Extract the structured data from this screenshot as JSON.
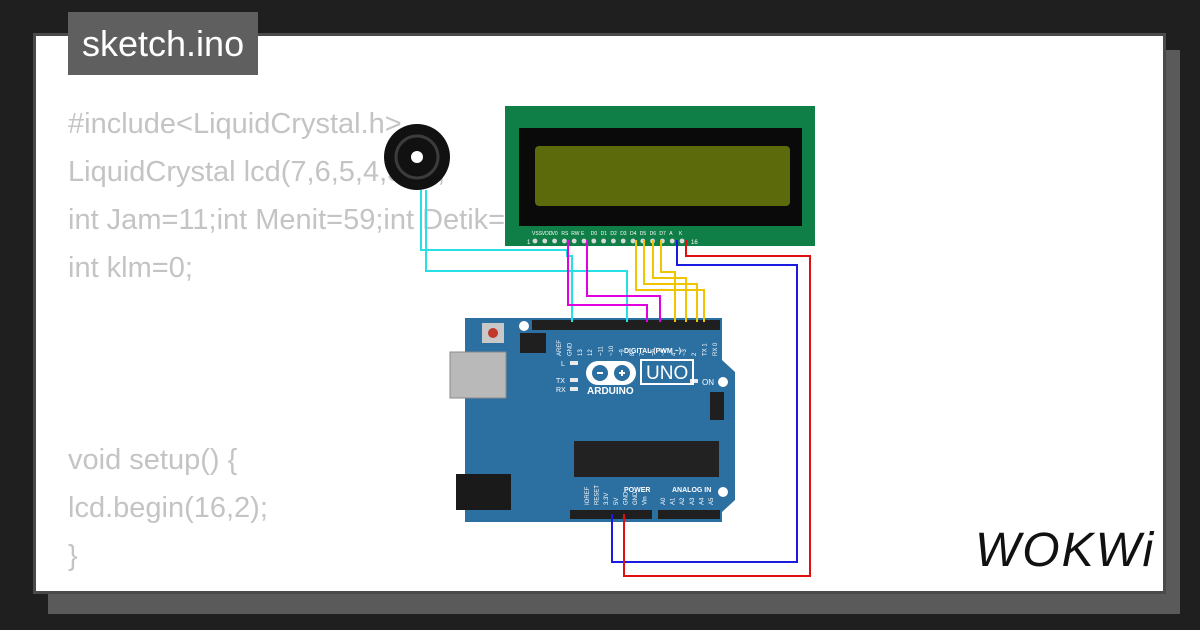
{
  "file_title": "sketch.ino",
  "code_lines": [
    "#include<LiquidCrystal.h>",
    "LiquidCrystal lcd(7,6,5,4,3,2);",
    "int Jam=11;int Menit=59;int Detik=50;",
    "int klm=0;",
    "",
    "",
    "",
    "void setup() {",
    "lcd.begin(16,2);",
    "}"
  ],
  "lcd": {
    "pins_left_label": "1",
    "pins_right_label": "16",
    "pin_labels": [
      "VSS",
      "VDD",
      "V0",
      "RS",
      "RW",
      "E",
      "D0",
      "D1",
      "D2",
      "D3",
      "D4",
      "D5",
      "D6",
      "D7",
      "A",
      "K"
    ]
  },
  "board": {
    "model": "UNO",
    "brand": "ARDUINO",
    "digital_label": "DIGITAL (PWM ~)",
    "power_label": "POWER",
    "analog_label": "ANALOG IN",
    "on_label": "ON",
    "l_label": "L",
    "tx_label": "TX",
    "rx_label": "RX",
    "top_pin_labels": [
      "AREF",
      "GND",
      "13",
      "12",
      "~11",
      "~10",
      "~9",
      "8",
      "7",
      "~6",
      "~5",
      "4",
      "~3",
      "2",
      "TX 1",
      "RX 0"
    ],
    "power_pin_labels": [
      "IOREF",
      "RESET",
      "3.3V",
      "5V",
      "GND",
      "GND",
      "Vin"
    ],
    "analog_pin_labels": [
      "A0",
      "A1",
      "A2",
      "A3",
      "A4",
      "A5"
    ]
  },
  "brand_logo": "WOKWi",
  "colors": {
    "background": "#1f1f1f",
    "card": "#ffffff",
    "title_bg": "#5f5f5f",
    "code_text": "#c4c4c4",
    "lcd_pcb": "#0f7e47",
    "lcd_screen": "#5c6a0c",
    "board": "#2c6fa1",
    "wire_cyan": "#27e0e6",
    "wire_magenta": "#e000e0",
    "wire_yellow": "#f0c400",
    "wire_blue": "#1a1ae0",
    "wire_red": "#e01010"
  }
}
